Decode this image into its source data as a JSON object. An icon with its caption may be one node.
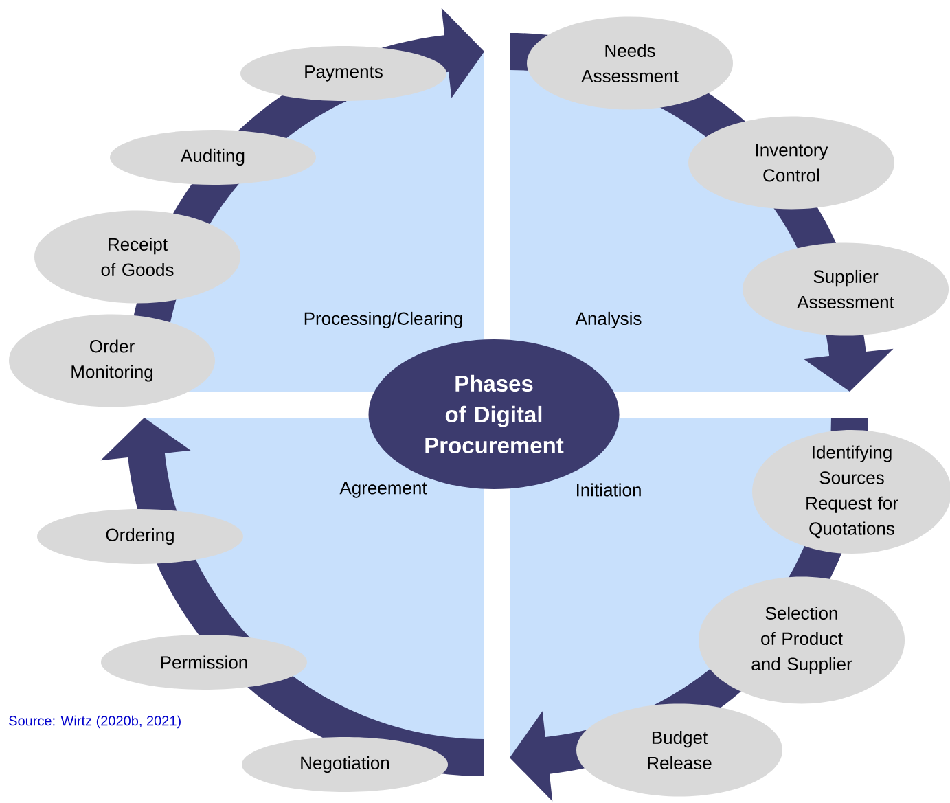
{
  "diagram": {
    "nodes": [
      {
        "text": [
          "Processing/Clearing"
        ]
      },
      {
        "text": [
          "Analysis"
        ]
      },
      {
        "text": [
          "Agreement"
        ]
      },
      {
        "text": [
          "Initiation"
        ]
      },
      {
        "text": [
          "Phases of Digital Procurement"
        ]
      },
      {
        "text": [
          "Payments"
        ]
      },
      {
        "text": [
          "Needs Assessment"
        ]
      },
      {
        "text": [
          "Auditing"
        ]
      },
      {
        "text": [
          "Inventory Control"
        ]
      },
      {
        "text": [
          "Receipt of Goods"
        ]
      },
      {
        "text": [
          "Supplier Assessment"
        ]
      },
      {
        "text": [
          "Order Monitoring"
        ]
      },
      {
        "text": [
          "Identifying Sources Request for Quotations"
        ]
      },
      {
        "text": [
          "Ordering"
        ]
      },
      {
        "text": [
          "Selection of Product and Supplier"
        ]
      },
      {
        "text": [
          "Permission"
        ]
      },
      {
        "text": [
          "Budget Release"
        ]
      },
      {
        "text": [
          "Negotiation"
        ]
      }
    ],
    "edges": [
      {
        "from": 6,
        "to": null,
        "arrow": "to"
      },
      {
        "from": 12,
        "to": null,
        "arrow": "to"
      },
      {
        "from": 17,
        "to": null,
        "arrow": "to"
      },
      {
        "from": 11,
        "to": null,
        "arrow": "to"
      }
    ],
    "labels": [
      "Source: Wirtz (2020b, 2021)"
    ]
  }
}
